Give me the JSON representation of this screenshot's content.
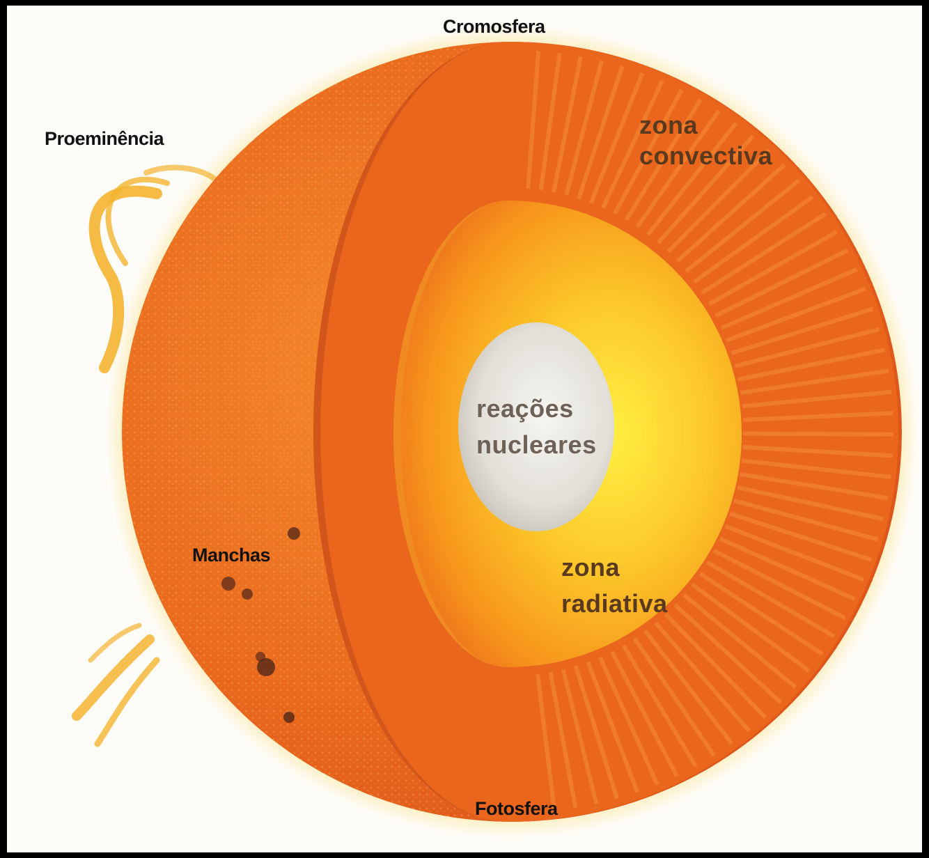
{
  "labels": {
    "cromosfera": "Cromosfera",
    "proeminencia": "Proeminência",
    "zona_convectiva_line1": "zona",
    "zona_convectiva_line2": "convectiva",
    "reacoes_line1": "reações",
    "reacoes_line2": "nucleares",
    "manchas": "Manchas",
    "zona_radiativa_line1": "zona",
    "zona_radiativa_line2": "radiativa",
    "fotosfera": "Fotosfera"
  },
  "colors": {
    "background": "#fdfcf8",
    "surface": "#ec6a1e",
    "convective_zone": "#e9641c",
    "radiative_zone": "#f9a21c",
    "core": "#e4e2dc",
    "sunspot": "#5a2a18",
    "prominence": "#f3b32d"
  }
}
